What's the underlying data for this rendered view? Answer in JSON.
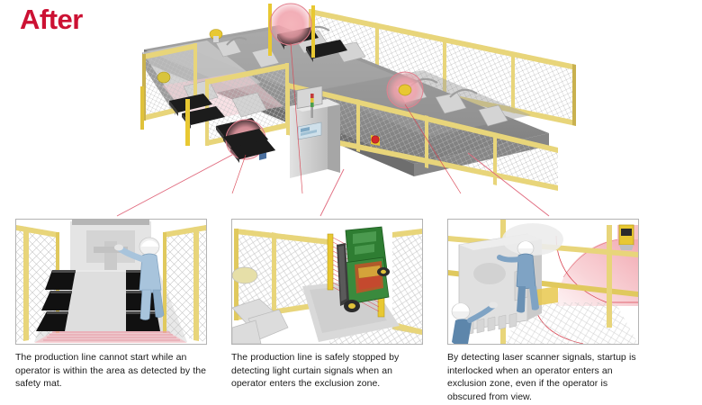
{
  "header": {
    "title": "After",
    "title_color": "#CC1133"
  },
  "palette": {
    "background": "#ffffff",
    "fence_yellow": "#E8D57A",
    "fence_yellow_dark": "#C9B14F",
    "machine_gray": "#9a9a9a",
    "machine_gray_light": "#d0d0d0",
    "machine_gray_dark": "#6e6e6e",
    "conveyor_gray": "#8c8c8c",
    "safety_mat_black": "#1c1c1c",
    "highlight_pink": "#F2A9B0",
    "laser_red": "#D94452",
    "connector_line": "#E06A7E",
    "scanner_yellow": "#E8C832",
    "estop_red": "#D42A2A",
    "operator_blue": "#A8C4DC",
    "forklift_green": "#2E7D32",
    "panel_border": "#b3b3b3",
    "caption_text": "#1a1a1a"
  },
  "hero": {
    "name": "production-line-safety-overview",
    "description": "Isometric 3D illustration of a production line enclosed by yellow safety fencing, with a control cabinet, safety mats, light curtains and laser scanners. Three pink circular callouts mark the sensor locations.",
    "callouts": [
      {
        "id": "safety-mat-callout",
        "label": "safety mat zone"
      },
      {
        "id": "light-curtain-callout",
        "label": "light curtain gate"
      },
      {
        "id": "laser-scanner-callout",
        "label": "laser scanner"
      }
    ]
  },
  "panels": [
    {
      "name": "safety-mat-panel",
      "figure_alt": "Operator standing on black safety mats inside a fenced production cell with a pink floor detection zone",
      "caption": "The production line cannot start while an operator is within the area as detected by the safety mat."
    },
    {
      "name": "light-curtain-panel",
      "figure_alt": "Green forklift passing through a yellow light curtain gateway with red beams across the opening",
      "caption": "The production line is safely stopped by detecting light curtain signals when an operator enters the exclusion zone."
    },
    {
      "name": "laser-scanner-panel",
      "figure_alt": "Yellow laser scanner projecting a fan-shaped pink detection field over operators working beside machinery",
      "caption": "By detecting laser scanner signals, startup is interlocked when an operator enters an exclusion zone, even if the operator is obscured from view."
    }
  ]
}
